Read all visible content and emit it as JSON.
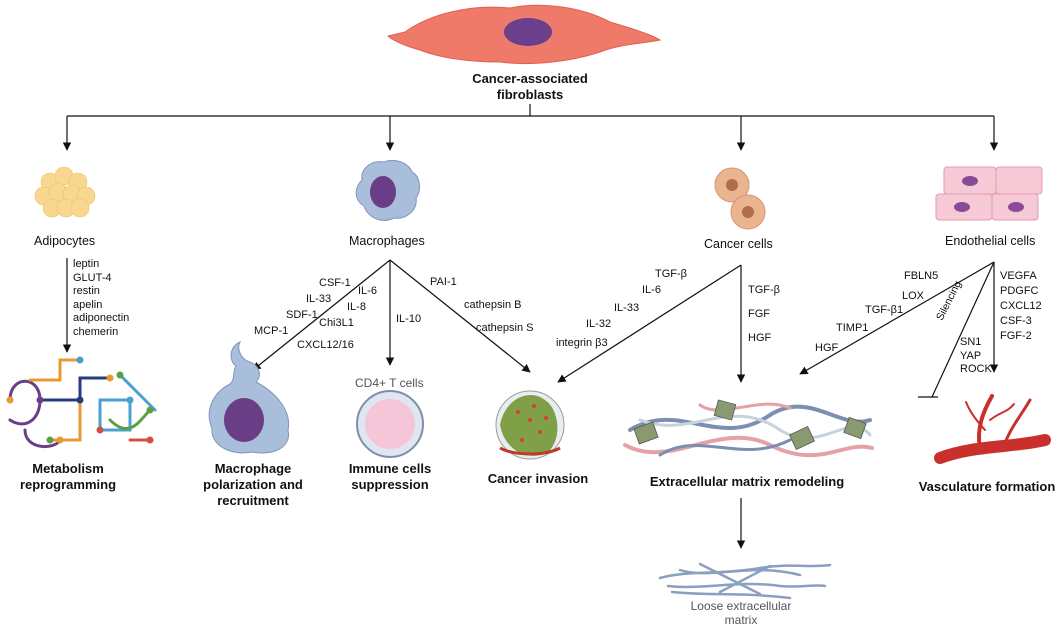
{
  "root": {
    "title": "Cancer-associated\nfibroblasts"
  },
  "cells": {
    "adipocytes": "Adipocytes",
    "macrophages": "Macrophages",
    "cancer_cells": "Cancer cells",
    "endothelial": "Endothelial cells"
  },
  "adipocyte_factors": [
    "leptin",
    "GLUT-4",
    "restin",
    "apelin",
    "adiponectin",
    "chemerin"
  ],
  "macrophage_factors": {
    "polarization": [
      "CSF-1",
      "IL-33",
      "SDF-1",
      "MCP-1",
      "IL-6",
      "IL-8",
      "Chi3L1",
      "CXCL12/16"
    ],
    "immune": [
      "IL-10"
    ],
    "invasion": [
      "PAI-1",
      "cathepsin B",
      "cathepsin S"
    ]
  },
  "cancer_cell_factors": {
    "invasion": [
      "TGF-β",
      "IL-6",
      "IL-33",
      "IL-32",
      "integrin β3"
    ],
    "ecm": [
      "TGF-β",
      "FGF",
      "HGF"
    ]
  },
  "endothelial_factors": {
    "ecm": [
      "FBLN5",
      "LOX",
      "TGF-β1",
      "TIMP1",
      "HGF"
    ],
    "silencing_label": "Silencing",
    "silencing": [
      "SN1",
      "YAP",
      "ROCK"
    ],
    "vasculature": [
      "VEGFA",
      "PDGFC",
      "CXCL12",
      "CSF-3",
      "FGF-2"
    ]
  },
  "outcomes": {
    "metabolism": "Metabolism\nreprogramming",
    "macrophage_polarization": "Macrophage\npolarization and\nrecruitment",
    "cd4": "CD4+ T cells",
    "immune_suppression": "Immune cells\nsuppression",
    "cancer_invasion": "Cancer invasion",
    "ecm_remodeling": "Extracellular matrix remodeling",
    "vasculature": "Vasculature formation",
    "loose_ecm": "Loose extracellular\nmatrix"
  },
  "colors": {
    "fibroblast": "#f07a6a",
    "fibroblast_nucleus": "#6b3f8c",
    "adipocyte": "#f8d890",
    "macrophage": "#a9bedb",
    "macrophage_nucleus": "#6a3e86",
    "cancer_cell": "#e9b48e",
    "cancer_nucleus": "#b06e4a",
    "endothelial": "#f6c9d6",
    "endothelial_nucleus": "#8a4a9a",
    "tcell": "#f4c6d8",
    "vessel": "#c9302c"
  }
}
